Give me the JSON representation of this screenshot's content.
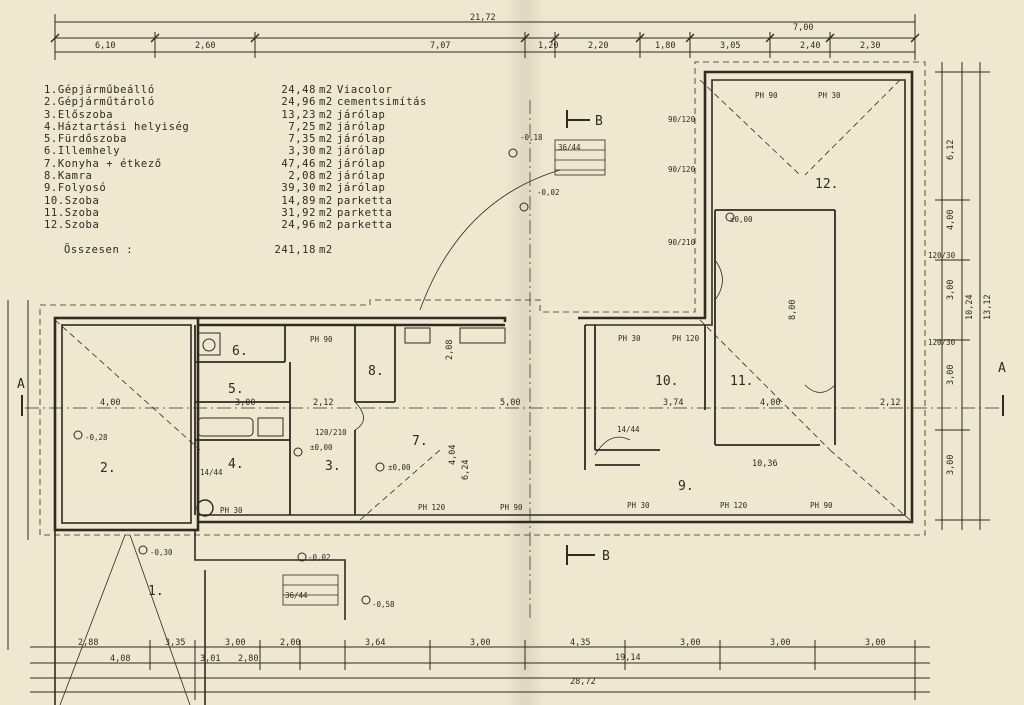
{
  "legend": {
    "rooms": [
      {
        "name": "1.Gépjárműbeálló",
        "area": "24,48",
        "unit": "m2",
        "finish": "Viacolor"
      },
      {
        "name": "2.Gépjárműtároló",
        "area": "24,96",
        "unit": "m2",
        "finish": "cementsimítás"
      },
      {
        "name": "3.Előszoba",
        "area": "13,23",
        "unit": "m2",
        "finish": "járólap"
      },
      {
        "name": "4.Háztartási helyiség",
        "area": "7,25",
        "unit": "m2",
        "finish": "járólap"
      },
      {
        "name": "5.Fürdőszoba",
        "area": "7,35",
        "unit": "m2",
        "finish": "járólap"
      },
      {
        "name": "6.Illemhely",
        "area": "3,30",
        "unit": "m2",
        "finish": "járólap"
      },
      {
        "name": "7.Konyha + étkező",
        "area": "47,46",
        "unit": "m2",
        "finish": "járólap"
      },
      {
        "name": "8.Kamra",
        "area": "2,08",
        "unit": "m2",
        "finish": "járólap"
      },
      {
        "name": "9.Folyosó",
        "area": "39,30",
        "unit": "m2",
        "finish": "járólap"
      },
      {
        "name": "10.Szoba",
        "area": "14,89",
        "unit": "m2",
        "finish": "parketta"
      },
      {
        "name": "11.Szoba",
        "area": "31,92",
        "unit": "m2",
        "finish": "parketta"
      },
      {
        "name": "12.Szoba",
        "area": "24,96",
        "unit": "m2",
        "finish": "parketta"
      }
    ],
    "total_label": "Összesen :",
    "total_area": "241,18",
    "total_unit": "m2"
  },
  "room_numbers": [
    "1.",
    "2.",
    "3.",
    "4.",
    "5.",
    "6.",
    "7.",
    "8.",
    "9.",
    "10.",
    "11.",
    "12."
  ],
  "top_dimensions": {
    "overall": "21,72",
    "segments": [
      "6,10",
      "2,60",
      "7,07",
      "1,20",
      "2,20",
      "1,80",
      "3,05",
      "2,40",
      "2,30"
    ],
    "right_total": "7,00"
  },
  "bottom_dimensions": {
    "segments": [
      "2,88",
      "3,35",
      "3,00",
      "2,00",
      "3,64",
      "3,00",
      "4,35",
      "3,00",
      "3,00",
      "3,00"
    ],
    "sub_a": "4,08",
    "sub_b": "3,01",
    "sub_c": "2,80",
    "middle": "19,14",
    "overall": "28,72"
  },
  "right_dimensions": {
    "segments": [
      "6,12",
      "4,00",
      "3,00",
      "3,00",
      "3,00"
    ],
    "totals": [
      "10,24",
      "13,12"
    ]
  },
  "interior_dimensions": [
    "4,00",
    "3,00",
    "2,12",
    "5,00",
    "3,74",
    "4,00",
    "2,12",
    "10,36",
    "8,00",
    "6,24",
    "4,04",
    "2,08"
  ],
  "window_labels": [
    "PH 90",
    "PH 30",
    "PH 120",
    "120/30",
    "90/120",
    "90/210",
    "120/210"
  ],
  "levels": [
    "±0,00",
    "-0,28",
    "-0,30",
    "-0,02",
    "-0,58",
    "-0,18"
  ],
  "stairs": [
    "36/44",
    "14/44",
    "36/44"
  ],
  "section_labels": {
    "a": "A",
    "b": "B"
  },
  "colors": {
    "paper": "#efe7cf",
    "ink": "#2e2a24"
  }
}
